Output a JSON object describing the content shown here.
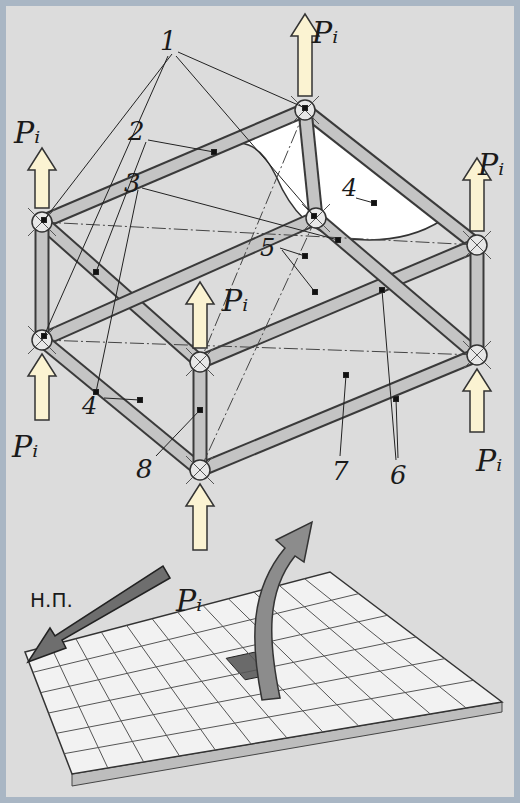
{
  "diagram": {
    "labels": [
      "1",
      "2",
      "3",
      "4",
      "5",
      "4",
      "6",
      "7",
      "8",
      "Pᵢ",
      "Pᵢ",
      "Pᵢ",
      "Pᵢ",
      "Pᵢ",
      "Pᵢ",
      "Pᵢ",
      "Н.П."
    ]
  }
}
